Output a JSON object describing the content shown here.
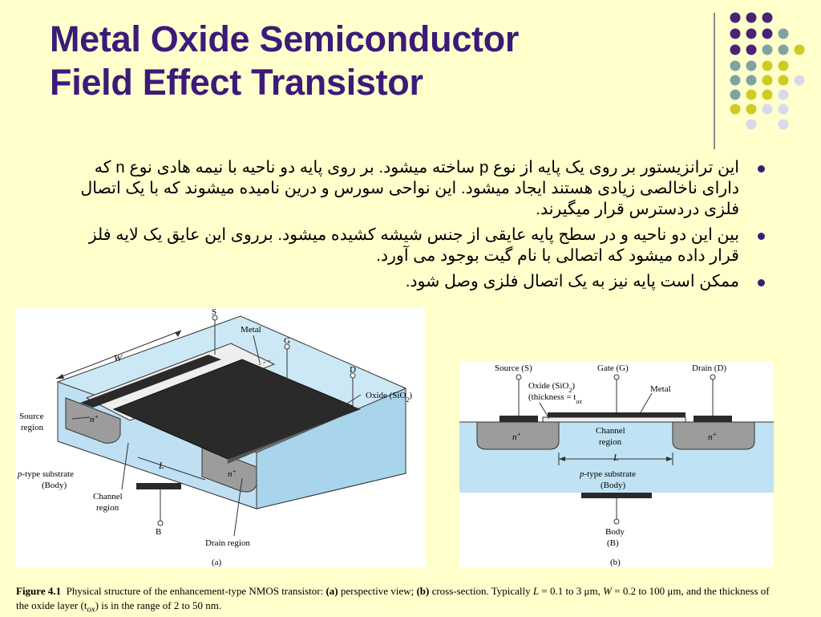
{
  "title": {
    "line1": "Metal Oxide Semiconductor",
    "line2": "Field Effect Transistor"
  },
  "colors": {
    "title": "#3d1a78",
    "background": "#ffffcc",
    "dot_purple": "#4b2275",
    "dot_teal": "#7fa3a0",
    "dot_yellow": "#cccc22",
    "dot_lavender": "#d9d9ee"
  },
  "bullets": [
    "این ترانزیستور بر روی یک پایه از نوع p ساخته میشود. بر روی پایه دو ناحیه با نیمه هادی نوع n که دارای ناخالصی زیادی هستند ایجاد میشود. این نواحی سورس و درین نامیده میشوند که با یک اتصال فلزی دردسترس قرار میگیرند.",
    "بین این دو ناحیه و در سطح پایه عایقی از جنس شیشه کشیده میشود. برروی این عایق یک لایه فلز قرار داده میشود که اتصالی با نام گیت بوجود می آورد.",
    "ممکن است پایه نیز به یک اتصال فلزی وصل شود."
  ],
  "figure_a": {
    "label_s": "S",
    "label_g": "G",
    "label_d": "D",
    "label_b": "B",
    "label_metal": "Metal",
    "label_oxide": "Oxide (SiO",
    "label_oxide_sub": "2",
    "label_oxide_end": ")",
    "label_w": "W",
    "label_l": "L",
    "label_source1": "Source",
    "label_source2": "region",
    "label_ptype": "-type substrate",
    "label_p": "p",
    "label_body": "(Body)",
    "label_channel1": "Channel",
    "label_channel2": "region",
    "label_drain": "Drain region",
    "label_n": "n",
    "label_plus": "+",
    "sublabel": "(a)"
  },
  "figure_b": {
    "label_source": "Source (S)",
    "label_gate": "Gate (G)",
    "label_drain": "Drain (D)",
    "label_oxide1": "Oxide (SiO",
    "label_oxide_sub": "2",
    "label_oxide_end": ")",
    "label_oxide2": "(thickness = t",
    "label_oxide2_sub": "ox",
    "label_metal": "Metal",
    "label_channel1": "Channel",
    "label_channel2": "region",
    "label_l": "L",
    "label_p": "p",
    "label_ptype": "-type substrate",
    "label_body_paren": "(Body)",
    "label_body": "Body",
    "label_b": "(B)",
    "label_n": "n",
    "label_plus": "+",
    "sublabel": "(b)"
  },
  "caption": {
    "fig": "Figure 4.1",
    "t1": "Physical structure of the enhancement-type NMOS transistor: ",
    "a": "(a)",
    "t2": " perspective view; ",
    "b": "(b)",
    "t3": " cross-section. Typically ",
    "L": "L",
    "t4": " = 0.1 to 3 μm, ",
    "W": "W",
    "t5": " = 0.2 to 100 μm, and the thickness of the oxide layer (t",
    "sub": "ox",
    "t6": ") is in the range of 2 to 50 nm."
  }
}
